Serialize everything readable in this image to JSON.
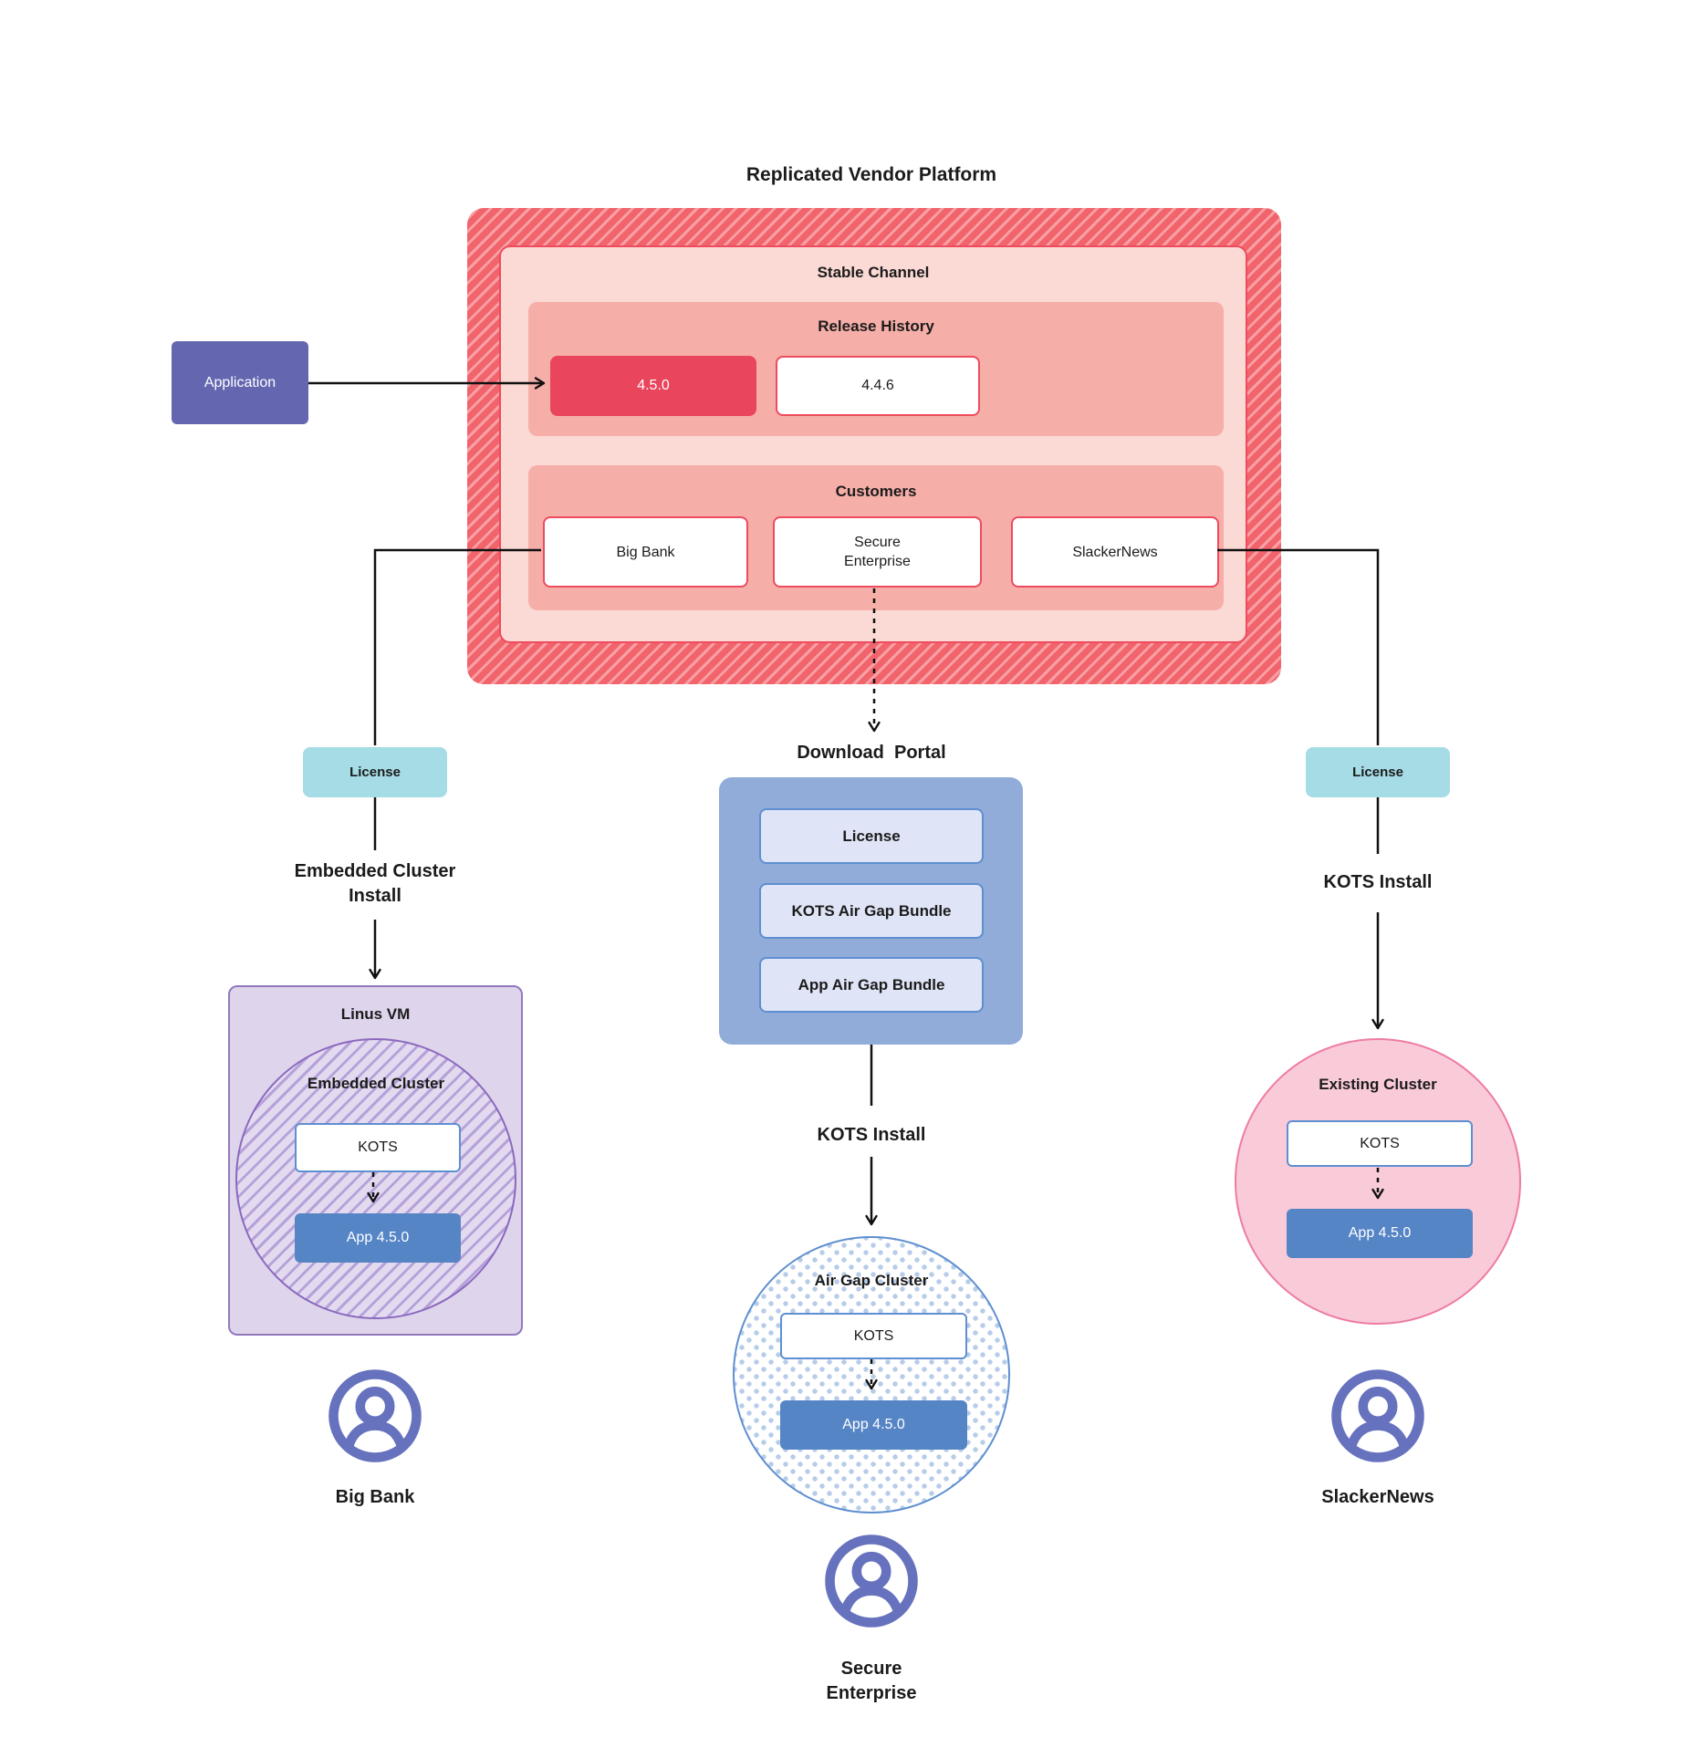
{
  "title": "Replicated Vendor Platform",
  "colors": {
    "hatch-dark": "#f2646c",
    "hatch-light": "#f8a0a5",
    "channel-bg": "#fbd9d4",
    "channel-border": "#ee4b5e",
    "panel-bg": "#f5aea8",
    "release-red": "#e9455c",
    "app-purple": "#6467b0",
    "teal": "#a5dce5",
    "portal-blue": "#91acd9",
    "portal-item-bg": "#dfe4f6",
    "blue-border": "#5e8fd0",
    "app-blue": "#5685c6",
    "vm-bg": "#ded4ec",
    "vm-border": "#9478bc",
    "circle-purple-stripe": "#b6a1d9",
    "circle-purple-border": "#8a68bd",
    "pink-bg": "#f9cbd9",
    "pink-border": "#ee7ba3",
    "dot-blue": "#b6cce9",
    "person-purple": "#6672bd",
    "line": "#111111",
    "text": "#1b1b1b"
  },
  "platform": {
    "stable_channel_label": "Stable Channel",
    "release_history": {
      "label": "Release History",
      "releases": [
        {
          "version": "4.5.0",
          "highlighted": true
        },
        {
          "version": "4.4.6",
          "highlighted": false
        }
      ]
    },
    "customers": {
      "label": "Customers",
      "items": [
        {
          "name": "Big Bank"
        },
        {
          "name": "Secure Enterprise"
        },
        {
          "name": "SlackerNews"
        }
      ]
    }
  },
  "application": {
    "label": "Application"
  },
  "left_flow": {
    "license_label": "License",
    "install_label": "Embedded Cluster Install",
    "vm_label": "Linus VM",
    "cluster_label": "Embedded Cluster",
    "kots_label": "KOTS",
    "app_label": "App 4.5.0",
    "user_label": "Big Bank",
    "user_icon": "person-icon"
  },
  "middle_flow": {
    "portal_title": "Download  Portal",
    "portal_items": [
      {
        "label": "License"
      },
      {
        "label": "KOTS Air Gap Bundle"
      },
      {
        "label": "App Air Gap Bundle"
      }
    ],
    "install_label": "KOTS Install",
    "cluster_label": "Air Gap Cluster",
    "kots_label": "KOTS",
    "app_label": "App 4.5.0",
    "user_label": "Secure Enterprise",
    "user_icon": "person-icon"
  },
  "right_flow": {
    "license_label": "License",
    "install_label": "KOTS Install",
    "cluster_label": "Existing Cluster",
    "kots_label": "KOTS",
    "app_label": "App 4.5.0",
    "user_label": "SlackerNews",
    "user_icon": "person-icon"
  }
}
